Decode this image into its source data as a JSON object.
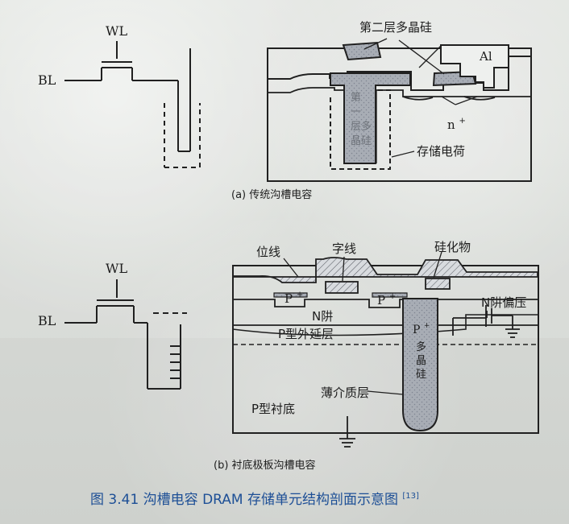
{
  "figure": {
    "caption_number": "图 3.41",
    "caption_text": "沟槽电容 DRAM 存储单元结构剖面示意图",
    "caption_ref": "[13]",
    "colors": {
      "text": "#1d1d1d",
      "caption_blue": "#1d4f96",
      "paper": "#dcded9",
      "shade": "#9da1aa",
      "line": "#202020"
    }
  },
  "panel_a": {
    "subcaption": "(a) 传统沟槽电容",
    "labels": {
      "wl": "WL",
      "bl": "BL",
      "poly2": "第二层多晶硅",
      "al": "Al",
      "first_poly": "第一层多晶硅",
      "n_plus": "n",
      "n_plus_sup": "+",
      "charge": "存储电荷"
    }
  },
  "panel_b": {
    "subcaption": "(b) 衬底极板沟槽电容",
    "labels": {
      "wl": "WL",
      "bl": "BL",
      "bitline": "位线",
      "wordline": "字线",
      "silicide": "硅化物",
      "p_plus_left": "P",
      "p_plus_right": "P",
      "p_plus_sup": "+",
      "nwell": "N阱",
      "nwell_bias": "N阱偏压",
      "p_epi": "P型外延层",
      "p_plus_poly": "P",
      "p_plus_poly_sup": "+",
      "poly_text": "多晶硅",
      "dielectric": "薄介质层",
      "substrate": "P型衬底"
    }
  }
}
